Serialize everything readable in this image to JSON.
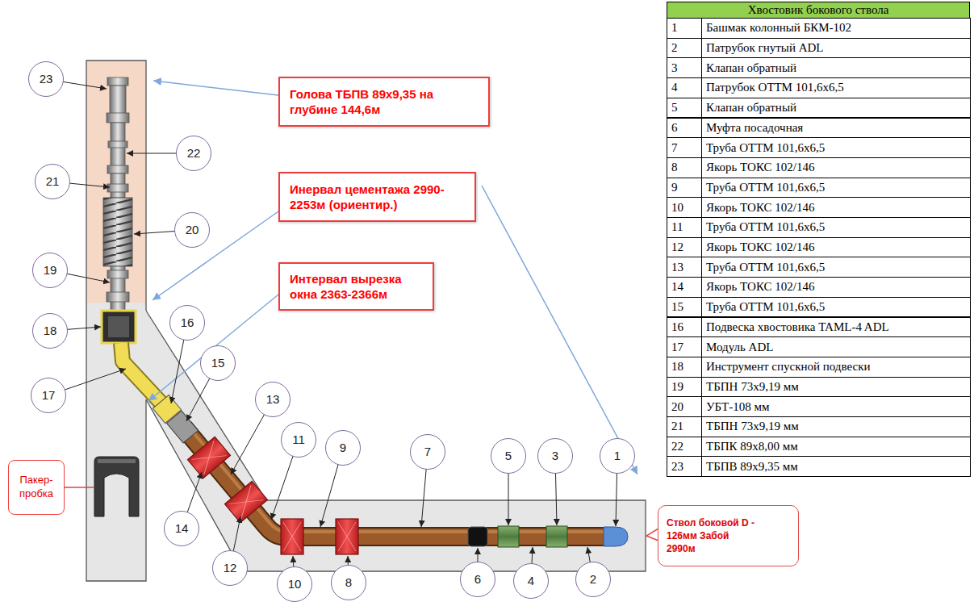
{
  "diagram": {
    "nodes": [
      {
        "text": [
          "Голова ТБПВ 89x9,35 на глубине 144,6м"
        ]
      },
      {
        "text": [
          "Инервал цементажа 2990-2253м (ориентир.)"
        ]
      },
      {
        "text": [
          "Интервал вырезка окна 2363-2366м"
        ]
      },
      {
        "text": [
          "Пакер-пробка"
        ]
      },
      {
        "text": [
          "Ствол боковой D - 126мм Забой 2990м"
        ]
      },
      {
        "text": [
          "23"
        ]
      },
      {
        "text": [
          "22"
        ]
      },
      {
        "text": [
          "21"
        ]
      },
      {
        "text": [
          "20"
        ]
      },
      {
        "text": [
          "19"
        ]
      },
      {
        "text": [
          "18"
        ]
      },
      {
        "text": [
          "16"
        ]
      },
      {
        "text": [
          "17"
        ]
      },
      {
        "text": [
          "15"
        ]
      },
      {
        "text": [
          "13"
        ]
      },
      {
        "text": [
          "11"
        ]
      },
      {
        "text": [
          "9"
        ]
      },
      {
        "text": [
          "7"
        ]
      },
      {
        "text": [
          "5"
        ]
      },
      {
        "text": [
          "3"
        ]
      },
      {
        "text": [
          "1"
        ]
      },
      {
        "text": [
          "14"
        ]
      },
      {
        "text": [
          "12"
        ]
      },
      {
        "text": [
          "10"
        ]
      },
      {
        "text": [
          "8"
        ]
      },
      {
        "text": [
          "6"
        ]
      },
      {
        "text": [
          "4"
        ]
      },
      {
        "text": [
          "2"
        ]
      }
    ],
    "labels": [
      "Хвостовик бокового ствола",
      "1",
      "Башмак колонный БКМ-102",
      "2",
      "Патрубок гнутый ADL",
      "3",
      "Клапан обратный",
      "4",
      "Патрубок ОТТМ 101,6х6,5",
      "5",
      "Клапан обратный",
      "6",
      "Муфта посадочная",
      "7",
      "Труба ОТТМ 101,6х6,5",
      "8",
      "Якорь ТОКС 102/146",
      "9",
      "Труба ОТТМ 101,6х6,5",
      "10",
      "Якорь ТОКС 102/146",
      "11",
      "Труба ОТТМ 101,6х6,5",
      "12",
      "Якорь ТОКС 102/146",
      "13",
      "Труба ОТТМ 101,6х6,5",
      "14",
      "Якорь ТОКС 102/146",
      "15",
      "Труба ОТТМ 101,6х6,5",
      "16",
      "Подвеска хвостовика TAML-4 ADL",
      "17",
      "Модуль ADL",
      "18",
      "Инструмент спускной подвески",
      "19",
      "ТБПН 73х9,19 мм",
      "20",
      "УБТ-108 мм",
      "21",
      "ТБПН 73х9,19 мм",
      "22",
      "ТБПК 89х8,00 мм",
      "23",
      "ТБПВ 89х9,35 мм"
    ]
  }
}
